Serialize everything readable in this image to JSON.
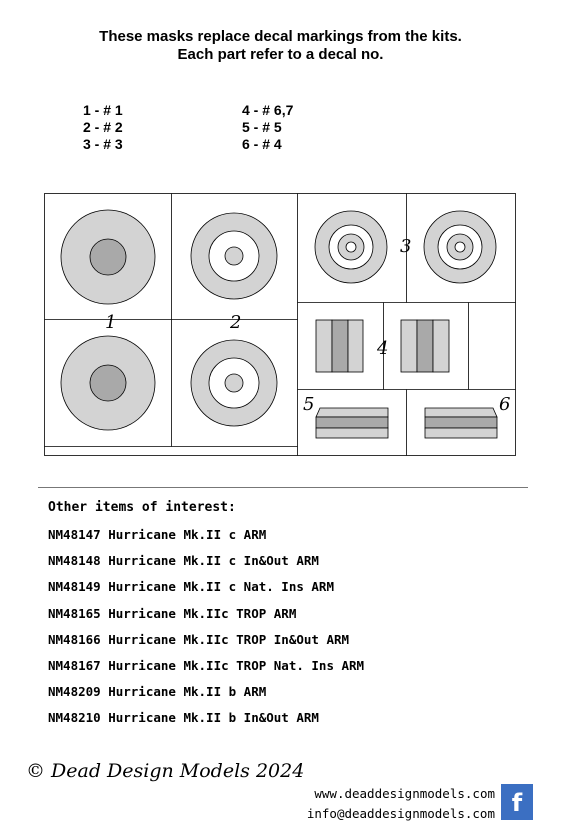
{
  "header": {
    "line1": "These masks replace decal markings from the kits.",
    "line2": "Each part refer to a decal no."
  },
  "mapping": {
    "left": [
      "1 - # 1",
      "2 - # 2",
      "3 - # 3"
    ],
    "right": [
      "4 - # 6,7",
      "5 - # 5",
      "6 - # 4"
    ]
  },
  "sheet": {
    "part_labels": [
      "1",
      "2",
      "3",
      "4",
      "5",
      "6"
    ],
    "colors": {
      "outer_disc": "#d3d3d3",
      "inner_disc": "#a9a9a9",
      "line": "#000000"
    }
  },
  "other": {
    "title": "Other items of interest:",
    "items": [
      "NM48147 Hurricane Mk.II c ARM",
      "NM48148 Hurricane Mk.II c In&Out ARM",
      "NM48149 Hurricane Mk.II c Nat. Ins ARM",
      "NM48165 Hurricane Mk.IIc TROP ARM",
      "NM48166 Hurricane Mk.IIc TROP In&Out ARM",
      "NM48167 Hurricane Mk.IIc TROP Nat. Ins ARM",
      "NM48209 Hurricane Mk.II b ARM",
      "NM48210 Hurricane Mk.II b In&Out ARM"
    ]
  },
  "footer": {
    "copyright": "© Dead Design Models 2024",
    "website": "www.deaddesignmodels.com",
    "email": "info@deaddesignmodels.com",
    "facebook_glyph": "f",
    "facebook_icon": "facebook-icon",
    "facebook_color": "#3b6fc2"
  }
}
